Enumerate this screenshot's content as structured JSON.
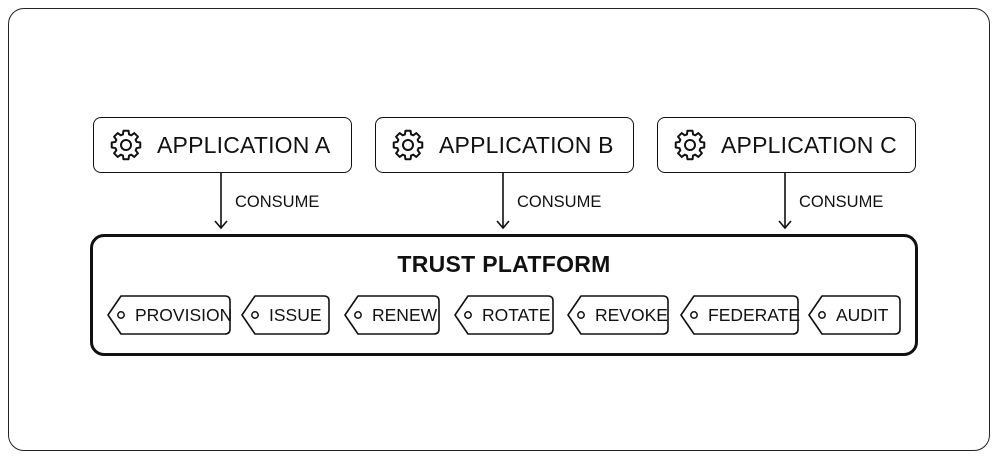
{
  "applications": [
    {
      "label": "APPLICATION A",
      "icon": "gear-icon"
    },
    {
      "label": "APPLICATION B",
      "icon": "gear-icon"
    },
    {
      "label": "APPLICATION C",
      "icon": "gear-icon"
    }
  ],
  "connector_label": "CONSUME",
  "platform": {
    "title": "TRUST PLATFORM",
    "capabilities": [
      {
        "label": "PROVISION",
        "icon": "tag-icon"
      },
      {
        "label": "ISSUE",
        "icon": "tag-icon"
      },
      {
        "label": "RENEW",
        "icon": "tag-icon"
      },
      {
        "label": "ROTATE",
        "icon": "tag-icon"
      },
      {
        "label": "REVOKE",
        "icon": "tag-icon"
      },
      {
        "label": "FEDERATE",
        "icon": "tag-icon"
      },
      {
        "label": "AUDIT",
        "icon": "tag-icon"
      }
    ]
  }
}
